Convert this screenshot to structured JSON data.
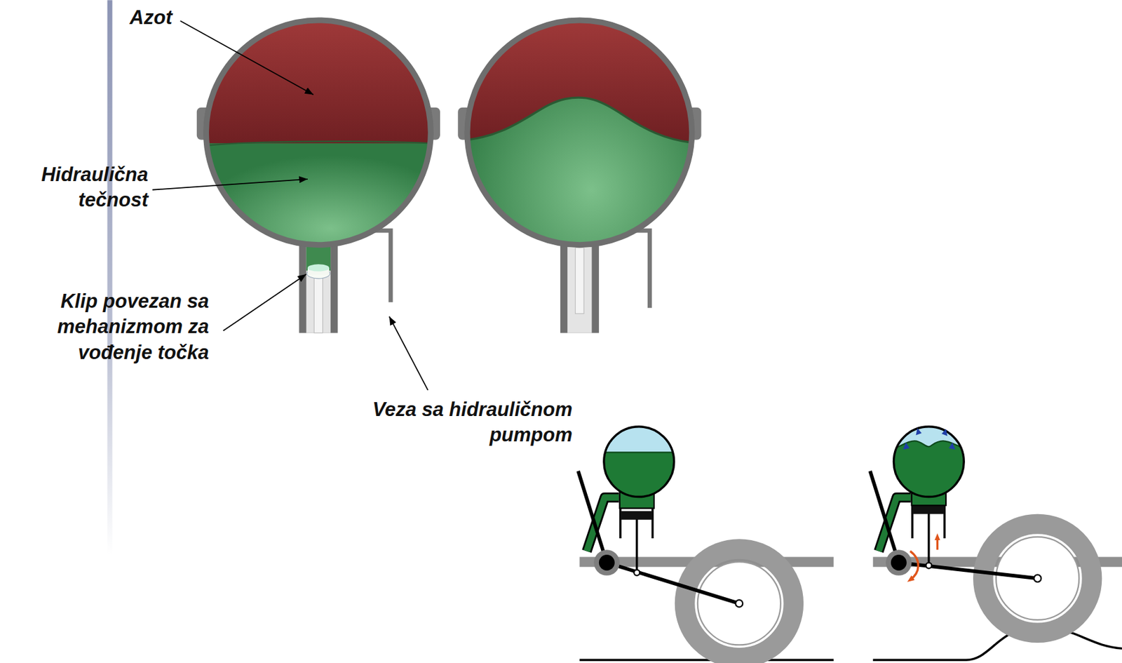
{
  "diagram": {
    "labels": [
      "Azot",
      "Hidraulična tečnost",
      "Klip povezan sa mehanizmom za vođenje točka",
      "Veza sa hidrauličnom pumpom"
    ]
  }
}
